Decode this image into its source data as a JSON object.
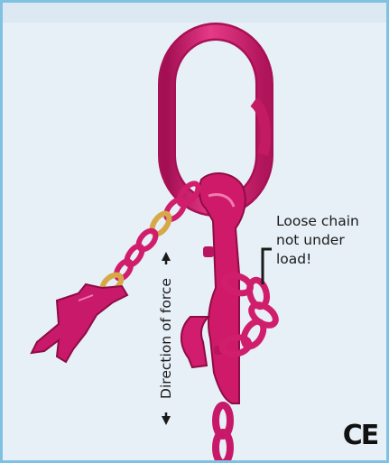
{
  "illustration": {
    "callout_text": "Loose chain\nnot under\nload!",
    "force_text": "Direction of force",
    "certification_mark": "CE",
    "colors": {
      "chain_color": "#d6196b",
      "chain_dark": "#9e0f4d",
      "brass_link_color": "#d7a848",
      "frame_border": "#7fc1e3",
      "background": "#e7f0f7"
    }
  }
}
